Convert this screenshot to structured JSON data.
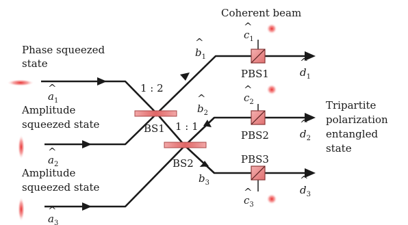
{
  "labels": {
    "coherent_beam": "Coherent beam",
    "phase_squeezed_line1": "Phase squeezed",
    "phase_squeezed_line2": "state",
    "amplitude_squeezed_1_line1": "Amplitude",
    "amplitude_squeezed_1_line2": "squeezed state",
    "amplitude_squeezed_2_line1": "Amplitude",
    "amplitude_squeezed_2_line2": "squeezed state",
    "output_line1": "Tripartite",
    "output_line2": "polarization",
    "output_line3": "entangled",
    "output_line4": "state"
  },
  "components": {
    "bs1": "BS1",
    "bs2": "BS2",
    "pbs1": "PBS1",
    "pbs2": "PBS2",
    "pbs3": "PBS3",
    "ratio1": "1 : 2",
    "ratio2": "1 : 1"
  },
  "modes": {
    "a1": {
      "base": "a",
      "sub": "1"
    },
    "a2": {
      "base": "a",
      "sub": "2"
    },
    "a3": {
      "base": "a",
      "sub": "3"
    },
    "b1": {
      "base": "b",
      "sub": "1"
    },
    "b2": {
      "base": "b",
      "sub": "2"
    },
    "b3": {
      "base": "b",
      "sub": "3"
    },
    "c1": {
      "base": "c",
      "sub": "1"
    },
    "c2": {
      "base": "c",
      "sub": "2"
    },
    "c3": {
      "base": "c",
      "sub": "3"
    },
    "d1": {
      "base": "d",
      "sub": "1"
    },
    "d2": {
      "base": "d",
      "sub": "2"
    },
    "d3": {
      "base": "d",
      "sub": "3"
    }
  },
  "colors": {
    "line": "#1a1a1a",
    "splitter": "#e07a7a",
    "splitter_edge": "#a84848",
    "squeeze_glow": "#e83030"
  }
}
